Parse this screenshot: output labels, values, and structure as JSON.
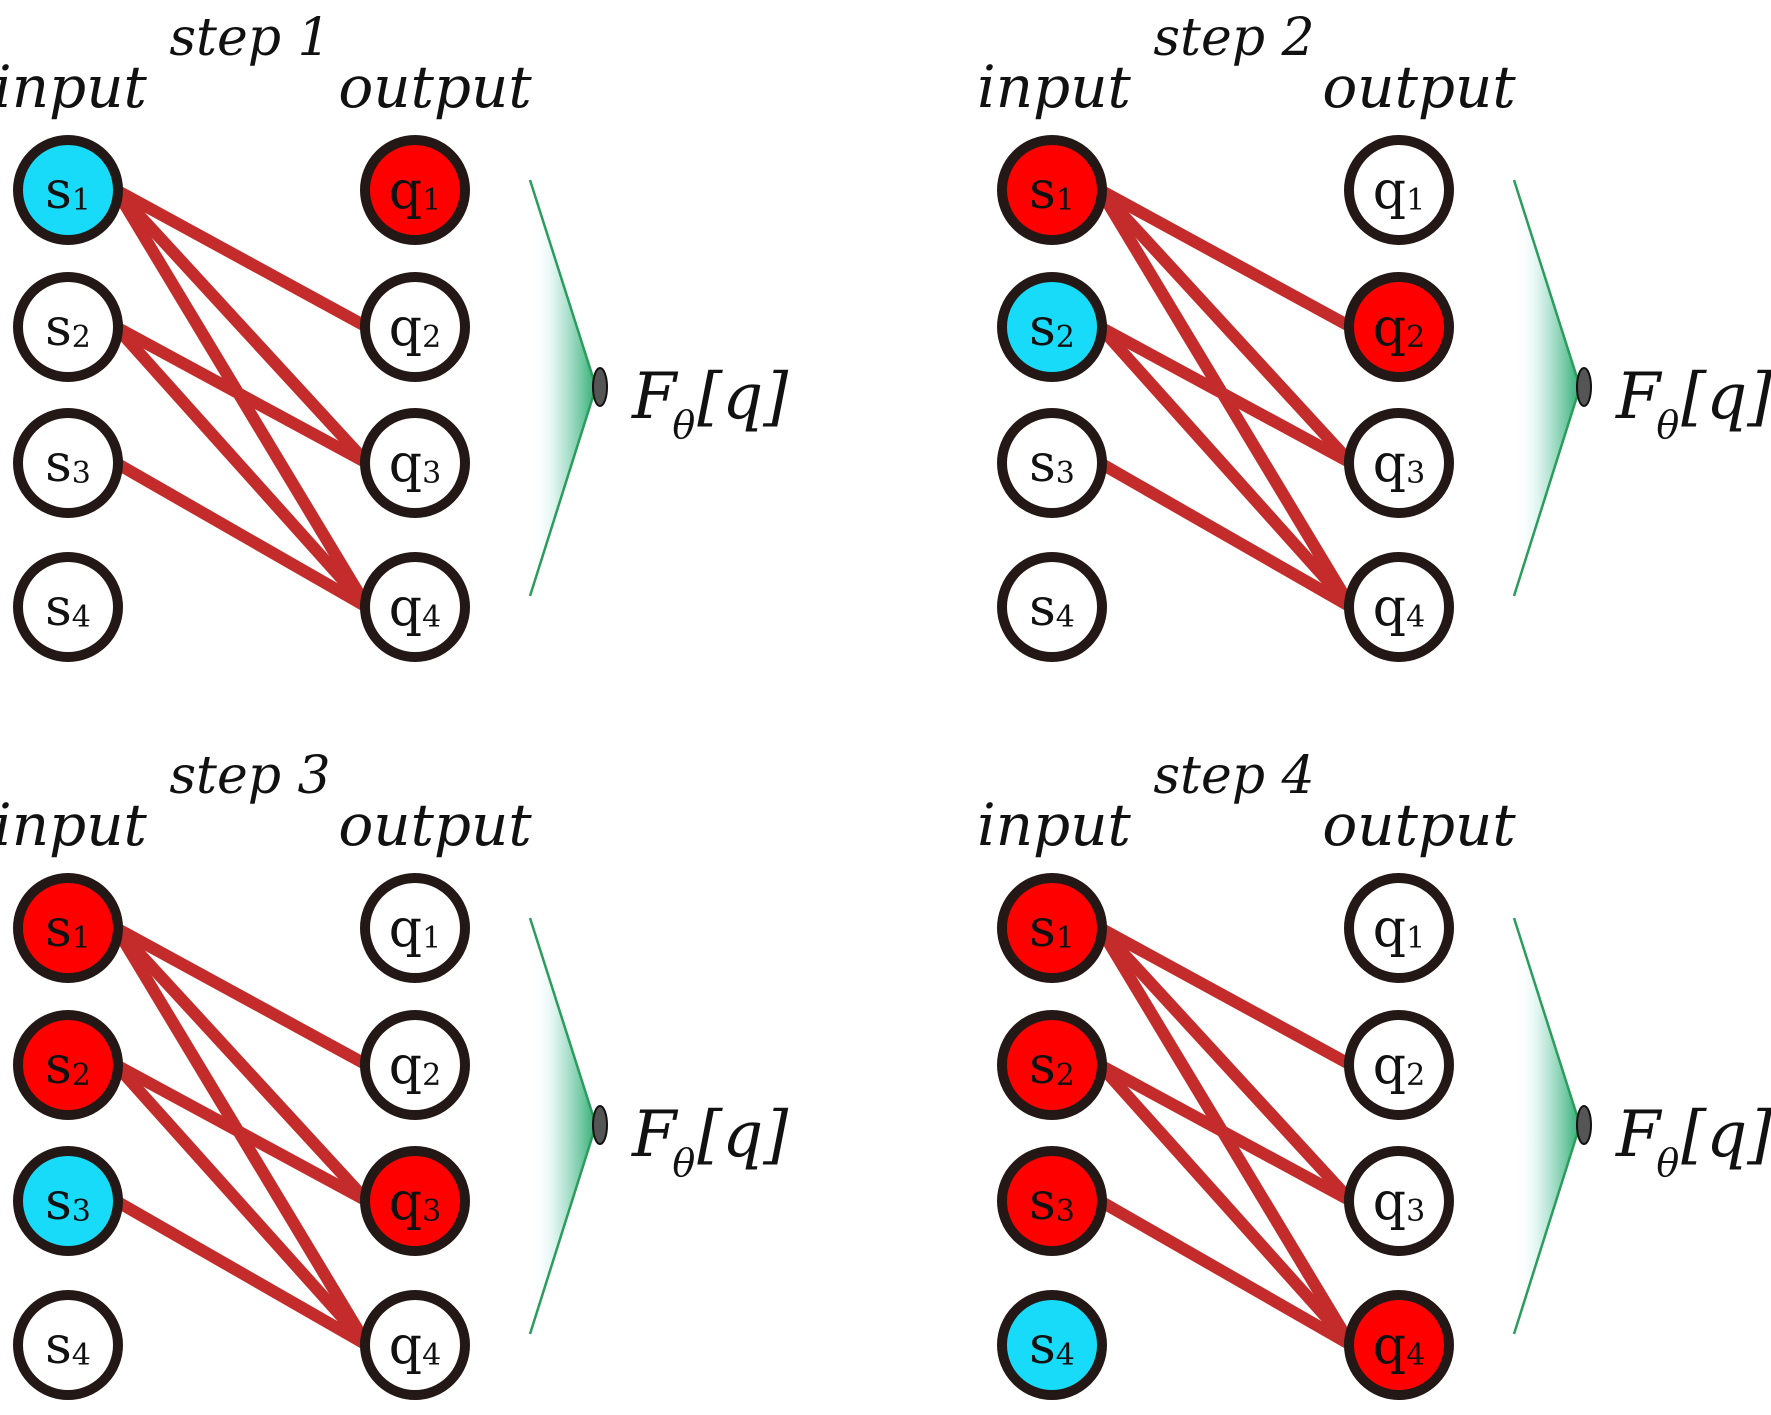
{
  "colors": {
    "active": "#ff0000",
    "current": "#17dbf8",
    "inactive": "#ffffff",
    "node_border": "#231815",
    "edge": "#c42b2b",
    "cone": "#2a9d5c"
  },
  "labels": {
    "input": "input",
    "output": "output",
    "functional_base": "F",
    "functional_sub": "θ",
    "functional_arg": "[q]"
  },
  "panels": [
    {
      "step_label": "step 1",
      "inputs": [
        {
          "base": "s",
          "sub": "1",
          "state": "current"
        },
        {
          "base": "s",
          "sub": "2",
          "state": "inactive"
        },
        {
          "base": "s",
          "sub": "3",
          "state": "inactive"
        },
        {
          "base": "s",
          "sub": "4",
          "state": "inactive"
        }
      ],
      "outputs": [
        {
          "base": "q",
          "sub": "1",
          "state": "active"
        },
        {
          "base": "q",
          "sub": "2",
          "state": "inactive"
        },
        {
          "base": "q",
          "sub": "3",
          "state": "inactive"
        },
        {
          "base": "q",
          "sub": "4",
          "state": "inactive"
        }
      ],
      "edges": [
        [
          1,
          2
        ],
        [
          1,
          3
        ],
        [
          1,
          4
        ],
        [
          2,
          3
        ],
        [
          2,
          4
        ],
        [
          3,
          4
        ]
      ]
    },
    {
      "step_label": "step 2",
      "inputs": [
        {
          "base": "s",
          "sub": "1",
          "state": "active"
        },
        {
          "base": "s",
          "sub": "2",
          "state": "current"
        },
        {
          "base": "s",
          "sub": "3",
          "state": "inactive"
        },
        {
          "base": "s",
          "sub": "4",
          "state": "inactive"
        }
      ],
      "outputs": [
        {
          "base": "q",
          "sub": "1",
          "state": "inactive"
        },
        {
          "base": "q",
          "sub": "2",
          "state": "active"
        },
        {
          "base": "q",
          "sub": "3",
          "state": "inactive"
        },
        {
          "base": "q",
          "sub": "4",
          "state": "inactive"
        }
      ],
      "edges": [
        [
          1,
          2
        ],
        [
          1,
          3
        ],
        [
          1,
          4
        ],
        [
          2,
          3
        ],
        [
          2,
          4
        ],
        [
          3,
          4
        ]
      ]
    },
    {
      "step_label": "step 3",
      "inputs": [
        {
          "base": "s",
          "sub": "1",
          "state": "active"
        },
        {
          "base": "s",
          "sub": "2",
          "state": "active"
        },
        {
          "base": "s",
          "sub": "3",
          "state": "current"
        },
        {
          "base": "s",
          "sub": "4",
          "state": "inactive"
        }
      ],
      "outputs": [
        {
          "base": "q",
          "sub": "1",
          "state": "inactive"
        },
        {
          "base": "q",
          "sub": "2",
          "state": "inactive"
        },
        {
          "base": "q",
          "sub": "3",
          "state": "active"
        },
        {
          "base": "q",
          "sub": "4",
          "state": "inactive"
        }
      ],
      "edges": [
        [
          1,
          2
        ],
        [
          1,
          3
        ],
        [
          1,
          4
        ],
        [
          2,
          3
        ],
        [
          2,
          4
        ],
        [
          3,
          4
        ]
      ]
    },
    {
      "step_label": "step 4",
      "inputs": [
        {
          "base": "s",
          "sub": "1",
          "state": "active"
        },
        {
          "base": "s",
          "sub": "2",
          "state": "active"
        },
        {
          "base": "s",
          "sub": "3",
          "state": "active"
        },
        {
          "base": "s",
          "sub": "4",
          "state": "current"
        }
      ],
      "outputs": [
        {
          "base": "q",
          "sub": "1",
          "state": "inactive"
        },
        {
          "base": "q",
          "sub": "2",
          "state": "inactive"
        },
        {
          "base": "q",
          "sub": "3",
          "state": "inactive"
        },
        {
          "base": "q",
          "sub": "4",
          "state": "active"
        }
      ],
      "edges": [
        [
          1,
          2
        ],
        [
          1,
          3
        ],
        [
          1,
          4
        ],
        [
          2,
          3
        ],
        [
          2,
          4
        ],
        [
          3,
          4
        ]
      ]
    }
  ]
}
